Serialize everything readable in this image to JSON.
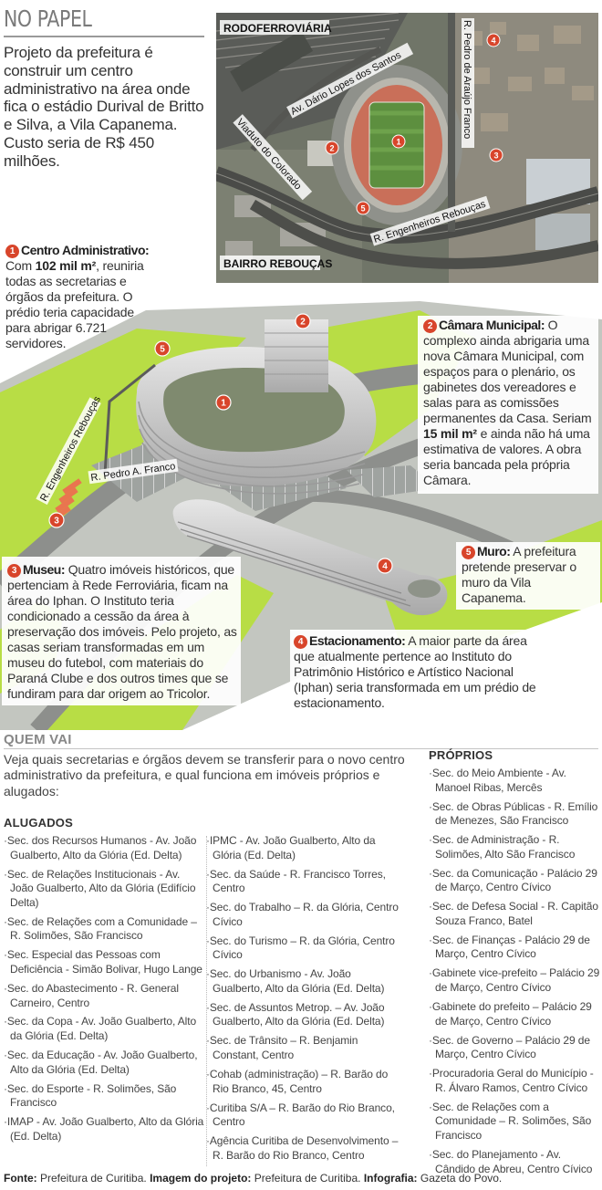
{
  "header": {
    "title": "NO PAPEL",
    "intro": "Projeto da prefeitura é construir um centro administrativo na área onde fica o estádio Durival de Britto e Silva, a Vila Capanema. Custo seria de R$ 450 milhões."
  },
  "map_labels": {
    "rodoferroviaria": "RODOFERROVIÁRIA",
    "dario": "Av. Dário Lopes dos Santos",
    "pedro_araujo": "R. Pedro de Araújo Franco",
    "viaduto": "Viaduto do Colorado",
    "engenheiros": "R. Engenheiros Rebouças",
    "bairro": "BAIRRO REBOUÇAS",
    "m1": "1",
    "m2": "2",
    "m3": "3",
    "m4": "4",
    "m5": "5"
  },
  "render_labels": {
    "engenheiros": "R. Engenheiros Rebouças",
    "pedro": "R. Pedro A. Franco",
    "m1": "1",
    "m2": "2",
    "m3": "3",
    "m4": "4",
    "m5": "5"
  },
  "callouts": {
    "c1": {
      "num": "1",
      "title": "Centro Administrativo:",
      "pre": " Com ",
      "bold": "102 mil m²",
      "post": ", reuniria todas as secretarias e órgãos da prefeitura. O prédio teria capacidade para abrigar 6.721 servidores."
    },
    "c2": {
      "num": "2",
      "title": "Câmara Municipal:",
      "pre": " O complexo ainda abrigaria uma nova Câmara Municipal, com espaços para o plenário, os gabinetes dos vereadores e salas para as comissões permanentes da Casa. Seriam ",
      "bold": "15 mil m²",
      "post": " e ainda não há uma estimativa de valores. A obra seria bancada pela própria Câmara."
    },
    "c3": {
      "num": "3",
      "title": "Museu:",
      "text": " Quatro imóveis históricos, que pertenciam à Rede Ferroviária, ficam na área do Iphan. O Instituto teria condicionado a cessão da área à preservação dos imóveis. Pelo projeto, as casas seriam transformadas em um museu do futebol, com materiais do Paraná Clube e dos outros times que se fundiram para dar origem ao Tricolor."
    },
    "c4": {
      "num": "4",
      "title": "Estacionamento:",
      "text": " A maior parte da área que atualmente pertence ao Instituto do Patrimônio Histórico e Artístico Nacional (Iphan) seria transformada em um prédio de estacionamento."
    },
    "c5": {
      "num": "5",
      "title": "Muro:",
      "text": " A prefeitura pretende preservar o muro da Vila Capanema."
    }
  },
  "quem_vai": {
    "title": "QUEM VAI",
    "intro": "Veja quais secretarias e órgãos devem se transferir para o novo centro administrativo da prefeitura, e qual funciona em imóveis próprios e alugados:",
    "alugados_title": "ALUGADOS",
    "proprios_title": "PRÓPRIOS",
    "alugados_col1": [
      "Sec. dos Recursos Humanos - Av. João Gualberto, Alto da Glória (Ed. Delta)",
      "Sec. de Relações Institucionais - Av. João Gualberto, Alto da Glória (Edifício Delta)",
      "Sec. de Relações com a Comunidade – R. Solimões, São Francisco",
      "Sec. Especial das Pessoas com Deficiência - Simão Bolivar, Hugo Lange",
      "Sec. do Abastecimento - R. General Carneiro, Centro",
      "Sec. da Copa - Av. João Gualberto, Alto da Glória (Ed. Delta)",
      "Sec. da Educação - Av. João Gualberto, Alto da Glória (Ed. Delta)",
      "Sec. do Esporte - R. Solimões, São Francisco",
      "IMAP - Av. João Gualberto, Alto da Glória (Ed. Delta)"
    ],
    "alugados_col2": [
      "IPMC - Av. João Gualberto, Alto da Glória (Ed. Delta)",
      "Sec. da Saúde - R. Francisco Torres, Centro",
      "Sec. do Trabalho – R. da Glória, Centro Cívico",
      "Sec. do Turismo – R. da Glória, Centro Cívico",
      "Sec. do Urbanismo - Av. João Gualberto, Alto da Glória (Ed. Delta)",
      "Sec. de Assuntos Metrop. – Av. João Gualberto, Alto da Glória (Ed. Delta)",
      "Sec. de Trânsito – R. Benjamin Constant, Centro",
      "Cohab (administração) – R. Barão do Rio Branco, 45, Centro",
      "Curitiba S/A – R. Barão do Rio Branco, Centro",
      "Agência Curitiba de Desenvolvimento – R. Barão do Rio Branco, Centro"
    ],
    "proprios": [
      "Sec. do Meio Ambiente - Av. Manoel Ribas, Mercês",
      "Sec. de Obras Públicas - R. Emílio de Menezes, São Francisco",
      "Sec. de Administração - R. Solimões, Alto São Francisco",
      "Sec. da Comunicação - Palácio 29 de Março, Centro Cívico",
      "Sec. de Defesa Social - R. Capitão Souza Franco, Batel",
      "Sec. de Finanças - Palácio 29 de Março, Centro Cívico",
      "Gabinete vice-prefeito – Palácio 29 de Março, Centro Cívico",
      "Gabinete do prefeito – Palácio 29 de Março, Centro Cívico",
      "Sec. de Governo – Palácio 29 de Março, Centro Cívico",
      "Procuradoria Geral do Município - R. Álvaro Ramos, Centro Cívico",
      "Sec. de Relações com a Comunidade – R. Solimões, São Francisco",
      "Sec. do Planejamento - Av. Cândido de Abreu, Centro Cívico"
    ]
  },
  "footer": {
    "fonte_label": "Fonte:",
    "fonte": "Prefeitura de Curitiba.",
    "imagem_label": "Imagem do projeto:",
    "imagem": "Prefeitura de Curitiba.",
    "info_label": "Infografia:",
    "info": "Gazeta do Povo."
  },
  "colors": {
    "accent": "#d8452b",
    "grass": "#b8dd45",
    "building": "#d4d4d4"
  }
}
